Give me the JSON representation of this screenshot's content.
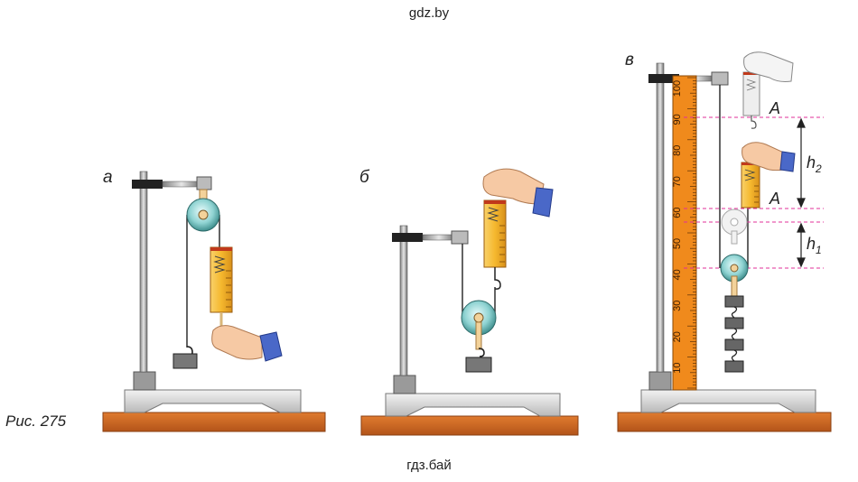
{
  "watermark_top": "gdz.by",
  "watermark_bottom": "гдз.бай",
  "figure_caption": "Рис. 275",
  "panels": [
    {
      "letter": "а"
    },
    {
      "letter": "б"
    },
    {
      "letter": "в"
    }
  ],
  "ruler": {
    "tick_labels": [
      "10",
      "20",
      "30",
      "40",
      "50",
      "60",
      "70",
      "80",
      "90",
      "100"
    ]
  },
  "annotations": {
    "point_label": "A",
    "h2": "h",
    "h2_sub": "2",
    "h1": "h",
    "h1_sub": "1"
  },
  "colors": {
    "wood": "#d2691e",
    "ruler": "#f08a1c",
    "dynamometer": "#f5b82e",
    "pulley": "#8fd3d2",
    "sleeve": "#4a68c8",
    "guide": "#e0309a"
  }
}
